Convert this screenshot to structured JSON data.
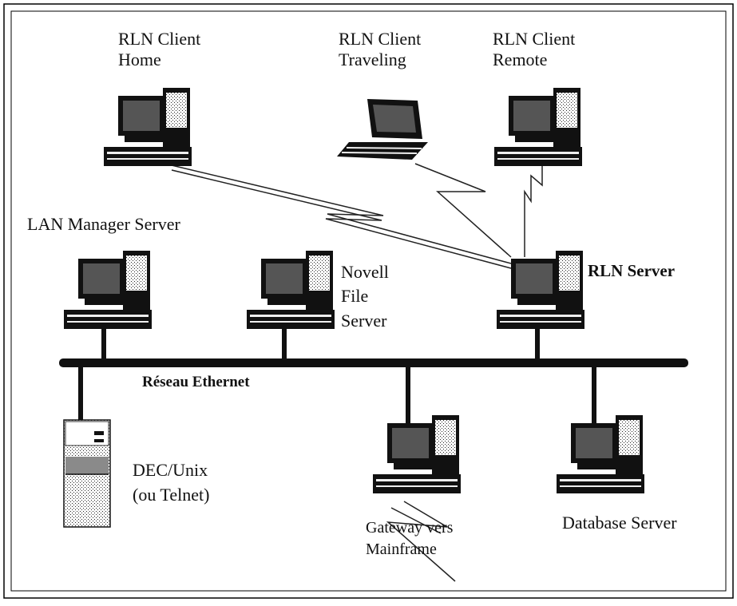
{
  "labels": {
    "client_home": [
      "RLN Client",
      "Home"
    ],
    "client_traveling": [
      "RLN Client",
      "Traveling"
    ],
    "client_remote": [
      "RLN Client",
      "Remote"
    ],
    "lan_manager": "LAN Manager Server",
    "novell": [
      "Novell",
      "File",
      "Server"
    ],
    "rln_server": "RLN Server",
    "ethernet": "Réseau Ethernet",
    "dec_unix": [
      "DEC/Unix",
      "(ou Telnet)"
    ],
    "gateway": [
      "Gateway vers",
      "Mainframe"
    ],
    "database": "Database Server"
  },
  "colors": {
    "border": "#000000",
    "ink": "#111111",
    "screen": "#4d4d4d",
    "tower_band": "#8a8a8a"
  }
}
